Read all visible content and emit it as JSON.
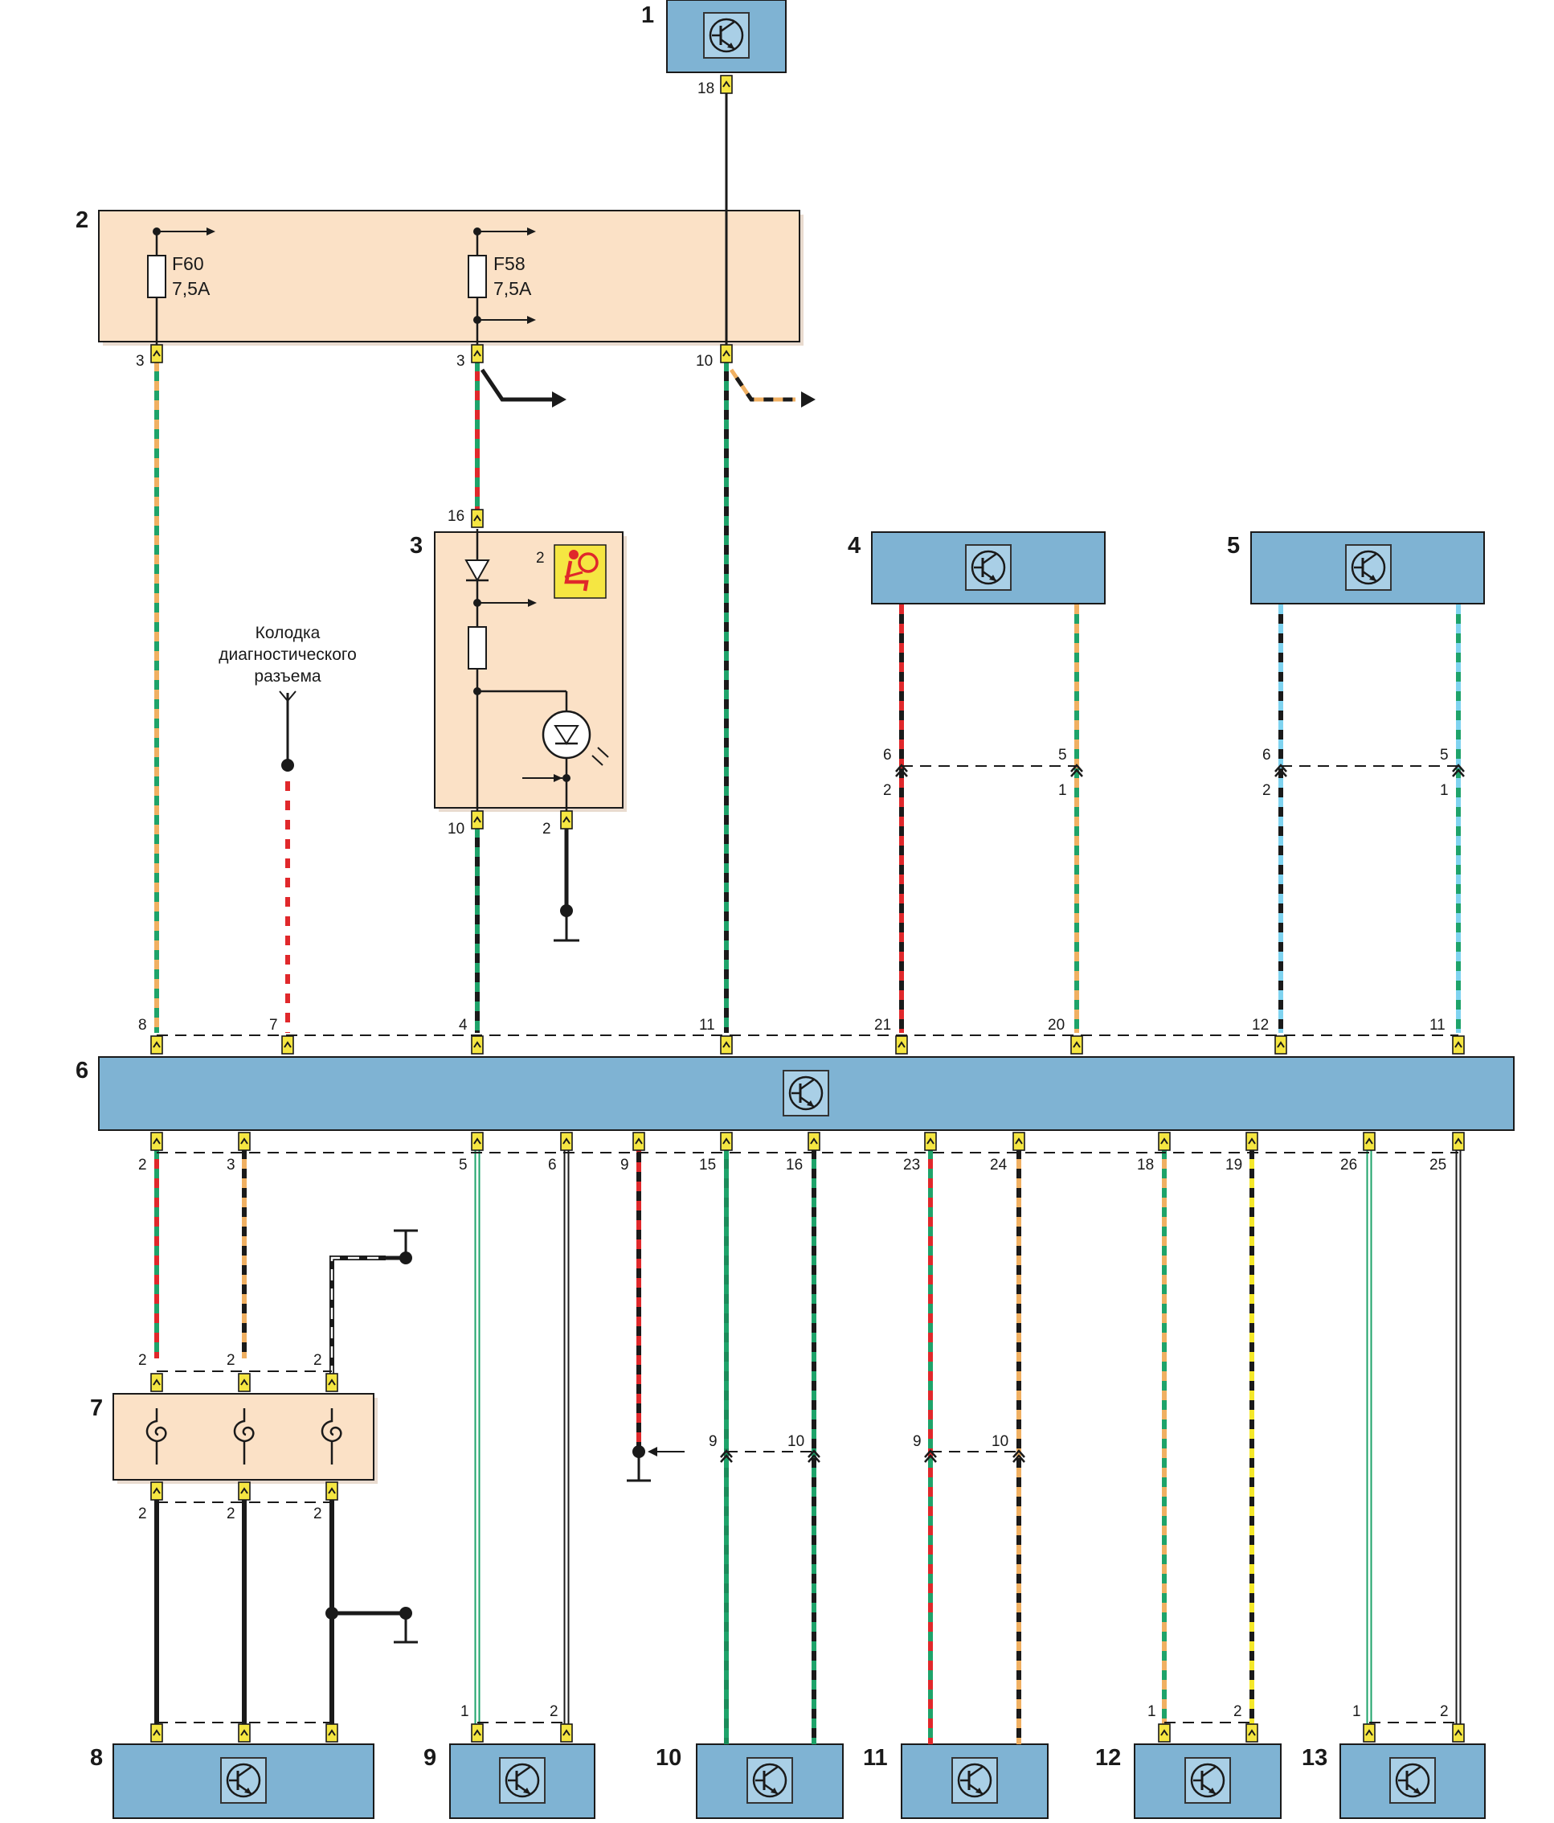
{
  "components": {
    "c1": "1",
    "c2": "2",
    "c3": "3",
    "c4": "4",
    "c5": "5",
    "c6": "6",
    "c7": "7",
    "c8": "8",
    "c9": "9",
    "c10": "10",
    "c11": "11",
    "c12": "12",
    "c13": "13"
  },
  "fuses": {
    "f60": {
      "name": "F60",
      "rating": "7,5A"
    },
    "f58": {
      "name": "F58",
      "rating": "7,5A"
    }
  },
  "diagnostic_connector": {
    "line1": "Колодка",
    "line2": "диагностического",
    "line3": "разъема"
  },
  "airbag_lamp": {
    "pin_label": "2"
  },
  "pins": {
    "c1_18": "18",
    "c2_3a": "3",
    "c2_3b": "3",
    "c2_10": "10",
    "c3_16": "16",
    "c3_10": "10",
    "c3_2": "2",
    "c4_6": "6",
    "c4_5": "5",
    "c4_2": "2",
    "c4_1": "1",
    "c5_6": "6",
    "c5_5": "5",
    "c5_2": "2",
    "c5_1": "1",
    "c6_8": "8",
    "c6_7": "7",
    "c6_4": "4",
    "c6_11a": "11",
    "c6_21": "21",
    "c6_20": "20",
    "c6_12": "12",
    "c6_11b": "11",
    "c6_2": "2",
    "c6_3": "3",
    "c6_5": "5",
    "c6_6": "6",
    "c6_9": "9",
    "c6_15": "15",
    "c6_16": "16",
    "c6_23": "23",
    "c6_24": "24",
    "c6_18": "18",
    "c6_19": "19",
    "c6_26": "26",
    "c6_25": "25",
    "c7_in1": "2",
    "c7_in2": "2",
    "c7_in3": "2",
    "c7_out1": "2",
    "c7_out2": "2",
    "c7_out3": "2",
    "c10_9": "9",
    "c10_10": "10",
    "c11_9": "9",
    "c11_10": "10",
    "c9_1": "1",
    "c9_2": "2",
    "c12_1": "1",
    "c12_2": "2",
    "c13_1": "1",
    "c13_2": "2"
  },
  "colors": {
    "module_fill": "#7fb3d3",
    "block_fill": "#fbe1c6",
    "connector": "#f5e642",
    "wire_green": "#1ea36a",
    "wire_orange": "#f0b062",
    "wire_red": "#e0282b",
    "wire_black": "#1a1a1a",
    "wire_blue": "#7fd3f0",
    "wire_yellow": "#f4e72a",
    "lamp_red": "#e0282b"
  },
  "icons": {
    "module": "transistor-icon",
    "fuse": "fuse-icon",
    "ground": "ground-icon",
    "diode": "diode-icon",
    "resistor": "resistor-icon",
    "led": "led-icon",
    "squib": "squib-icon",
    "airbag_warning": "airbag-warning-icon"
  }
}
